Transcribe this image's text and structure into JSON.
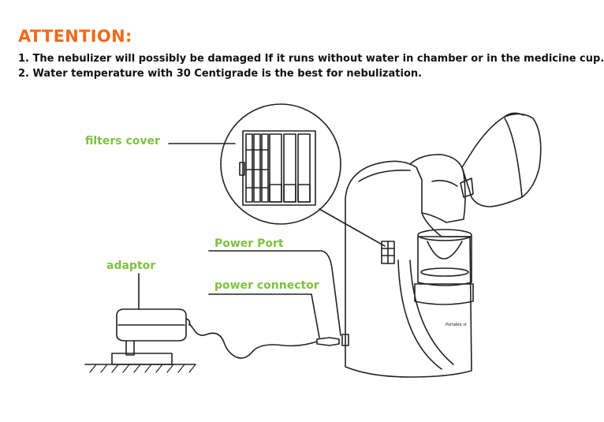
{
  "header": {
    "title": "ATTENTION:",
    "notes": [
      "1. The nebulizer will possibly be damaged If it runs without water in chamber or in the medicine cup.",
      "2. Water temperature with 30 Centigrade is the best for nebulization."
    ]
  },
  "labels": {
    "filters_cover": "filters cover",
    "power_port": "Power Port",
    "adaptor": "adaptor",
    "power_connector": "power connector"
  },
  "device": {
    "brand_text": "Portable st"
  },
  "colors": {
    "attention": "#f26a1b",
    "label": "#7dc242",
    "line": "#222222"
  }
}
